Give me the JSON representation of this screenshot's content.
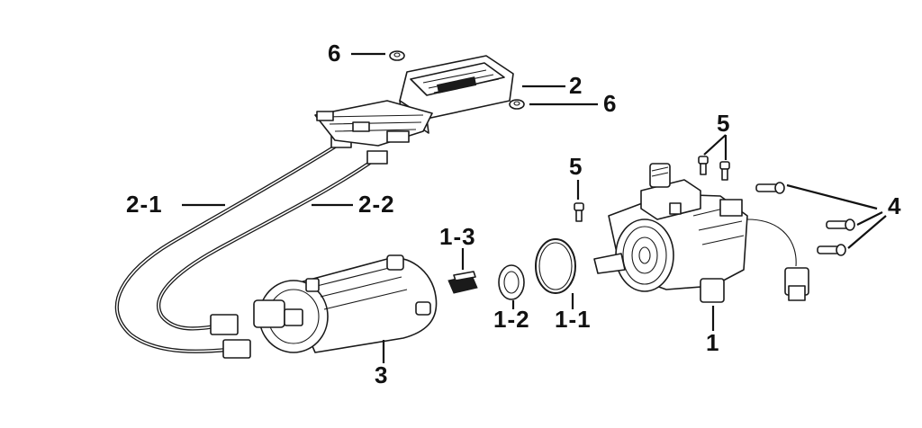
{
  "callouts": {
    "c6_top": "6",
    "c2": "2",
    "c6_right": "6",
    "c2_1": "2-1",
    "c2_2": "2-2",
    "c1_3": "1-3",
    "c1_2": "1-2",
    "c1_1": "1-1",
    "c3": "3",
    "c1": "1",
    "c5_left": "5",
    "c5_top": "5",
    "c4": "4"
  },
  "colors": {
    "ink": "#111111",
    "background": "#ffffff"
  }
}
